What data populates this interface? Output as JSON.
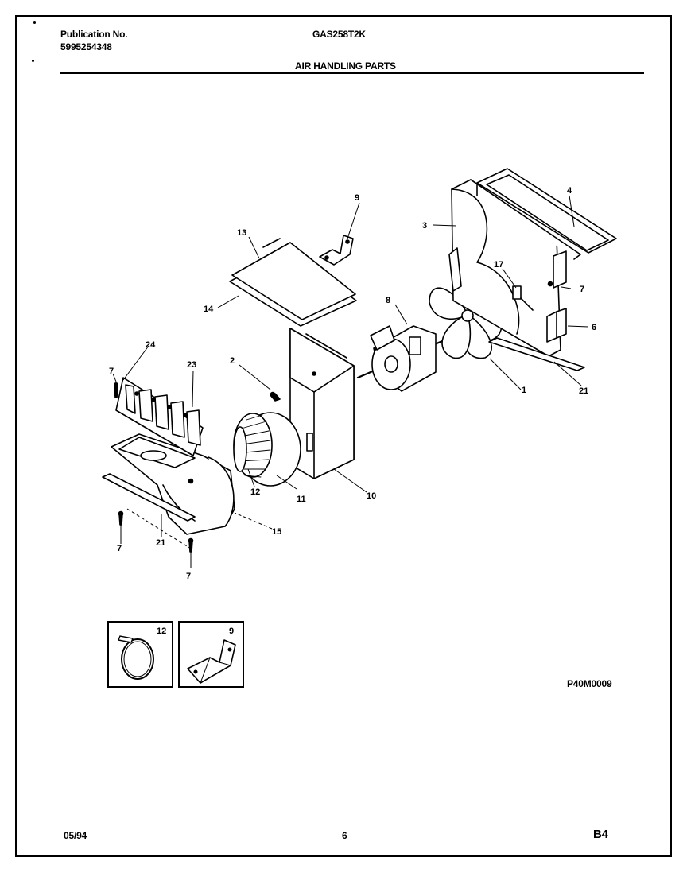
{
  "header": {
    "publication_label": "Publication No.",
    "publication_number": "5995254348",
    "model": "GAS258T2K",
    "title": "AIR HANDLING PARTS"
  },
  "figure_code": "P40M0009",
  "footer": {
    "date": "05/94",
    "page": "6",
    "section": "B4"
  },
  "callouts": [
    "1",
    "2",
    "3",
    "4",
    "6",
    "7",
    "8",
    "9",
    "10",
    "11",
    "12",
    "13",
    "14",
    "15",
    "17",
    "21",
    "23",
    "24"
  ],
  "insets": [
    {
      "ref": "12",
      "icon": "band-clamp-icon"
    },
    {
      "ref": "9",
      "icon": "bracket-icon"
    }
  ],
  "colors": {
    "ink": "#000000",
    "paper": "#ffffff"
  }
}
